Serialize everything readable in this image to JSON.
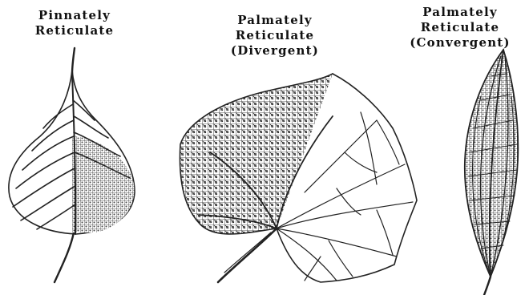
{
  "labels": {
    "pinnate": {
      "line1": "Pinnately",
      "line2": "Reticulate"
    },
    "divergent": {
      "line1": "Palmately",
      "line2": "Reticulate",
      "line3": "(Divergent)"
    },
    "convergent": {
      "line1": "Palmately",
      "line2": "Reticulate",
      "line3": "(Convergent)"
    }
  },
  "colors": {
    "ink": "#222222",
    "background": "#ffffff"
  }
}
